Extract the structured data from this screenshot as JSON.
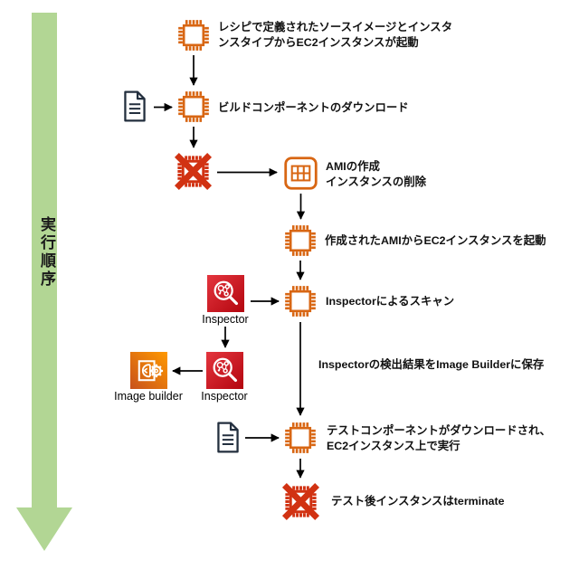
{
  "timeline": {
    "label": "実行順序"
  },
  "steps": [
    {
      "text": "レシピで定義されたソースイメージとインスタ\nンスタイプからEC2インスタンスが起動"
    },
    {
      "text": "ビルドコンポーネントのダウンロード"
    },
    {
      "text": "AMIの作成\nインスタンスの削除"
    },
    {
      "text": "作成されたAMIからEC2インスタンスを起動"
    },
    {
      "text": "Inspectorによるスキャン"
    },
    {
      "text": "Inspectorの検出結果をImage Builderに保存"
    },
    {
      "text": "テストコンポーネントがダウンロードされ、\nEC2インスタンス上で実行"
    },
    {
      "text": "テスト後インスタンスはterminate"
    }
  ],
  "services": {
    "inspector_label": "Inspector",
    "image_builder_label": "Image builder"
  },
  "icons": {
    "ec2_instance": "ec2-instance-chip-icon",
    "terminated_instance": "terminated-instance-x-icon",
    "ami": "ami-grid-icon",
    "component_document": "component-document-icon",
    "inspector": "inspector-service-icon",
    "image_builder": "image-builder-service-icon"
  },
  "colors": {
    "ec2_orange": "#D86613",
    "terminated_orange_red": "#D13212",
    "document_slate": "#232F3E",
    "inspector_red_dark": "#B3060F",
    "inspector_red_light": "#E4353E",
    "image_builder_orange_dark": "#C8511B",
    "image_builder_orange_light": "#FF9900",
    "timeline_green": "#B2D694",
    "arrow_black": "#000000"
  }
}
